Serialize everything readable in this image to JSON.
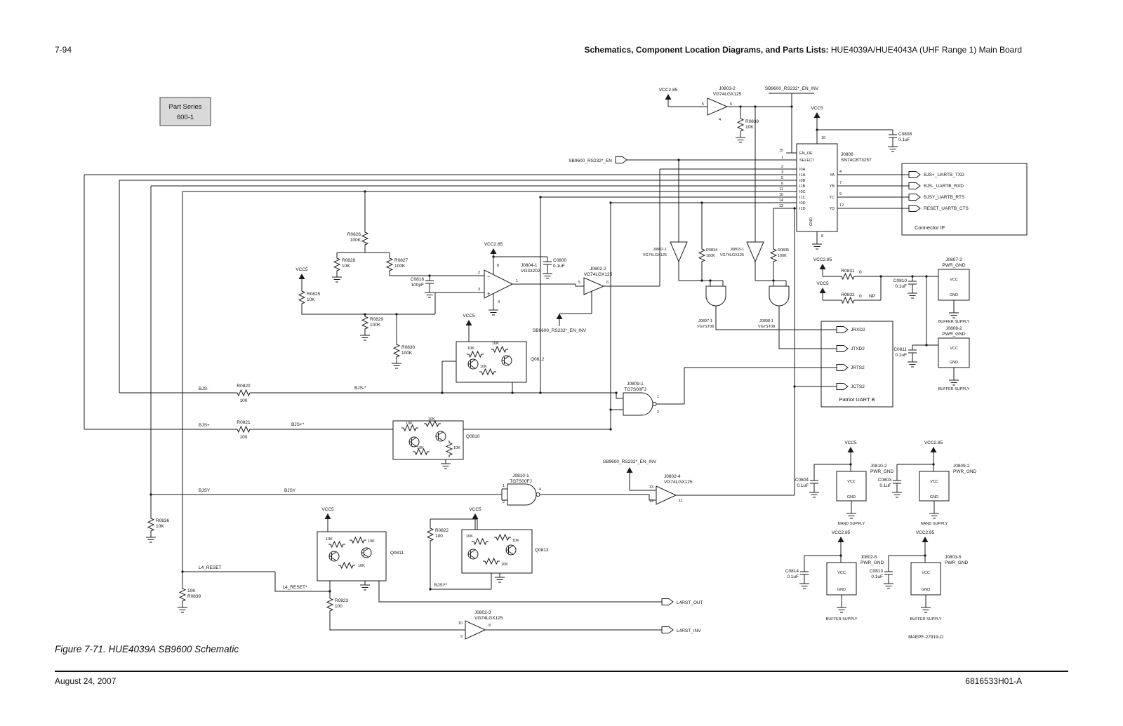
{
  "header": {
    "page_number": "7-94",
    "title_bold": "Schematics, Component Location Diagrams, and Parts Lists:",
    "title_rest": " HUE4039A/HUE4043A (UHF Range 1) Main Board"
  },
  "part_series_box": {
    "line1": "Part Series",
    "line2": "600-1"
  },
  "caption": "Figure 7-71. HUE4039A SB9600 Schematic",
  "footer": {
    "date": "August 24, 2007",
    "doc_number": "6816533H01-A"
  },
  "drawing_ref": "MAEPF-27919-O",
  "nets": {
    "vcc285": "VCC2.85",
    "vcc5": "VCC5",
    "en": "SB9600_RS232*_EN",
    "en_inv": "SB9600_RS232*_EN_INV",
    "bjs_minus": "BJS-",
    "bjs_minus_i": "BJS-*",
    "bjs_plus": "BJS+",
    "bjs_plus_i": "BJS+*",
    "bjsy": "BJSY",
    "bjsy_i": "BJSY*",
    "l4_reset": "L4_RESET",
    "l4_reset_i": "L4_RESET*",
    "l4rst_out": "L4RST_OUT",
    "l4rst_inv": "L4RST_INV"
  },
  "labels": {
    "vcc": "VCC",
    "gnd": "GND",
    "plus": "+",
    "minus": "−",
    "np": "NP",
    "buffer_supply": "BUFFER SUPPLY",
    "nand_supply": "NAND SUPPLY"
  },
  "ic": {
    "ref": "J0806",
    "part": "SN74CBT3257",
    "left_pins": [
      {
        "num": "15",
        "name": "EN_OE"
      },
      {
        "num": "1",
        "name": "SELECT"
      },
      {
        "num": "2",
        "name": "I0A"
      },
      {
        "num": "3",
        "name": "I1A"
      },
      {
        "num": "5",
        "name": "I0B"
      },
      {
        "num": "6",
        "name": "I1B"
      },
      {
        "num": "11",
        "name": "I0C"
      },
      {
        "num": "10",
        "name": "I1C"
      },
      {
        "num": "14",
        "name": "I0D"
      },
      {
        "num": "13",
        "name": "I1D"
      }
    ],
    "right_pins": [
      {
        "num": "4",
        "name": "YA"
      },
      {
        "num": "7",
        "name": "YB"
      },
      {
        "num": "9",
        "name": "YC"
      },
      {
        "num": "12",
        "name": "YD"
      }
    ],
    "vcc_pin": "16",
    "gnd_pin": "8"
  },
  "connector_if": {
    "title": "Connector IF",
    "signals": [
      "BJS+_UARTB_TXD",
      "BJS-_UARTB_RXD",
      "BJSY_UARTB_RTS",
      "RESET_UARTB_CTS"
    ]
  },
  "uart": {
    "title": "Patriot UART B",
    "signals": [
      "JRXD2",
      "JTXD2",
      "JRTS2",
      "JCTS2"
    ]
  },
  "parts": {
    "r0820": {
      "ref": "R0820",
      "val": "100"
    },
    "r0821": {
      "ref": "R0821",
      "val": "100"
    },
    "r0822": {
      "ref": "R0822",
      "val": "100"
    },
    "r0823": {
      "ref": "R0823",
      "val": "100"
    },
    "r0825": {
      "ref": "R0825",
      "val": "10K"
    },
    "r0826": {
      "ref": "R0826",
      "val": "100K"
    },
    "r0827": {
      "ref": "R0827",
      "val": "100K"
    },
    "r0828": {
      "ref": "R0828",
      "val": "10K"
    },
    "r0829": {
      "ref": "R0829",
      "val": "100K"
    },
    "r0830": {
      "ref": "R0830",
      "val": "100K"
    },
    "r0831": {
      "ref": "R0831",
      "val": "0"
    },
    "r0832": {
      "ref": "R0832",
      "val": "0"
    },
    "r0834": {
      "ref": "R0834",
      "val": "100K"
    },
    "r0835": {
      "ref": "R0835",
      "val": "100K"
    },
    "r0836": {
      "ref": "R0836",
      "val": "10K"
    },
    "r0838": {
      "ref": "R0838",
      "val": "10K"
    },
    "r0839": {
      "ref": "R0839",
      "val": "10K"
    },
    "r10k": "10K",
    "c0800": {
      "ref": "C0800",
      "val": "0.1uF"
    },
    "c0803": {
      "ref": "C0803",
      "val": "0.1uF"
    },
    "c0804": {
      "ref": "C0804",
      "val": "0.1uF"
    },
    "c0808": {
      "ref": "C0808",
      "val": "0.1uF"
    },
    "c0810": {
      "ref": "C0810",
      "val": "0.1uF"
    },
    "c0811": {
      "ref": "C0811",
      "val": "0.1uF"
    },
    "c0813": {
      "ref": "C0813",
      "val": "0.1uF"
    },
    "c0814": {
      "ref": "C0814",
      "val": "0.1uF"
    },
    "c0818": {
      "ref": "C0818",
      "val": "100pF"
    },
    "q0810": "Q0810",
    "q0811": "Q0811",
    "q0812": "Q0812",
    "q0813": "Q0813"
  },
  "devices": {
    "j0802_1": {
      "ref": "J0802-1",
      "part": "VG74LGX125"
    },
    "j0802_2": {
      "ref": "J0802-2",
      "part": "VG74LGX125",
      "pins": [
        "5",
        "6"
      ]
    },
    "j0802_3": {
      "ref": "J0802-3",
      "part": "VG74LGX125",
      "pins": [
        "10",
        "9",
        "8"
      ]
    },
    "j0802_4": {
      "ref": "J0802-4",
      "part": "VG74LGX125",
      "pins": [
        "13",
        "12",
        "11"
      ]
    },
    "j0802_5": {
      "ref": "J0802-5",
      "part": "PWR_GND"
    },
    "j0803_1": {
      "ref": "J0803-1",
      "part": "VG74LGX125"
    },
    "j0803_2": {
      "ref": "J0803-2",
      "part": "VG74LGX125",
      "pins": [
        "5",
        "6",
        "4"
      ]
    },
    "j0803_5": {
      "ref": "J0803-5",
      "part": "PWR_GND"
    },
    "j0804_1": {
      "ref": "J0804-1",
      "part": "VG33202",
      "pins": [
        "2",
        "3",
        "1",
        "8",
        "4"
      ]
    },
    "j0807_1": {
      "ref": "J0807-1",
      "part": "VG7ST08"
    },
    "j0807_2": {
      "ref": "J0807-2",
      "part": "PWR_GND"
    },
    "j0808_1": {
      "ref": "J0808-1",
      "part": "VG7ST08"
    },
    "j0808_2": {
      "ref": "J0808-2",
      "part": "PWR_GND"
    },
    "j0809_1": {
      "ref": "J0809-1",
      "part": "TG7S00FJ",
      "pins": [
        "1",
        "2"
      ]
    },
    "j0809_2": {
      "ref": "J0809-2",
      "part": "PWR_GND"
    },
    "j0810_1": {
      "ref": "J0810-1",
      "part": "TG7S00FJ",
      "pins": [
        "1",
        "2",
        "4"
      ]
    },
    "j0810_2": {
      "ref": "J0810-2",
      "part": "PWR_GND"
    }
  }
}
